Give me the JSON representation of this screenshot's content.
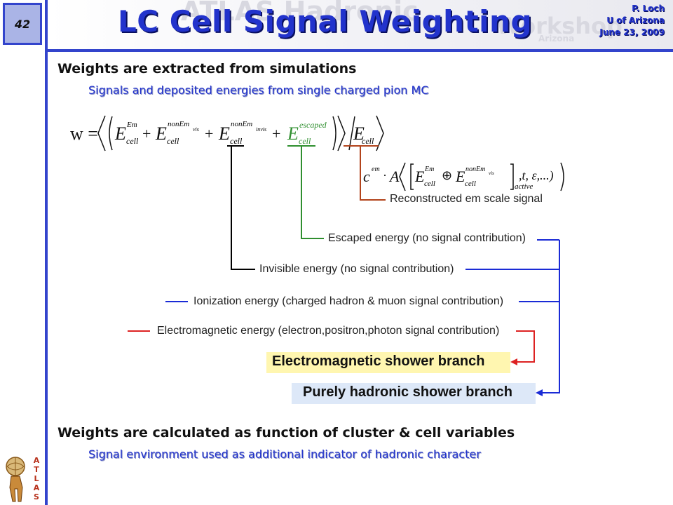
{
  "header": {
    "page_number": "42",
    "title": "LC Cell Signal Weighting",
    "watermark_lines": [
      "ATLAS Hadronic",
      "Workshop",
      "Arizona"
    ],
    "author": "P. Loch",
    "affiliation": "U of Arizona",
    "date": "June 23, 2009"
  },
  "bullets": {
    "b1": "Weights are extracted from simulations",
    "b2": "Signals and deposited energies from single charged pion MC",
    "b3": "Weights are calculated as function of cluster & cell variables",
    "b4": "Signal environment used as additional indicator of hadronic character"
  },
  "formula": {
    "lhs": "w =",
    "e": "E",
    "cell": "cell",
    "em": "Em",
    "non_em_vis": "nonEm",
    "vis": "vis",
    "non_em_invis": "nonEm",
    "invis": "invis",
    "escaped": "escaped",
    "c_em": "c",
    "c_em_sup": "em",
    "a": "A",
    "active": "active",
    "rest": ",t, ε,...)"
  },
  "labels": {
    "reco": "Reconstructed em scale signal",
    "escaped": "Escaped energy (no signal contribution)",
    "invisible": "Invisible energy (no signal contribution)",
    "ionization": "Ionization energy (charged hadron & muon signal contribution)",
    "electromagnetic": "Electromagnetic energy (electron,positron,photon signal contribution)",
    "em_branch": "Electromagnetic shower branch",
    "had_branch": "Purely hadronic shower branch"
  },
  "logo": {
    "letters": [
      "A",
      "T",
      "L",
      "A",
      "S"
    ]
  },
  "colors": {
    "accent": "#2233cc",
    "black_line": "#000000",
    "green_line": "#2f8f2f",
    "brown_line": "#b2431b",
    "blue_line": "#1a2bd6",
    "red_line": "#dd2222",
    "em_box": "#fff6b0",
    "had_box": "#dde8f8"
  }
}
